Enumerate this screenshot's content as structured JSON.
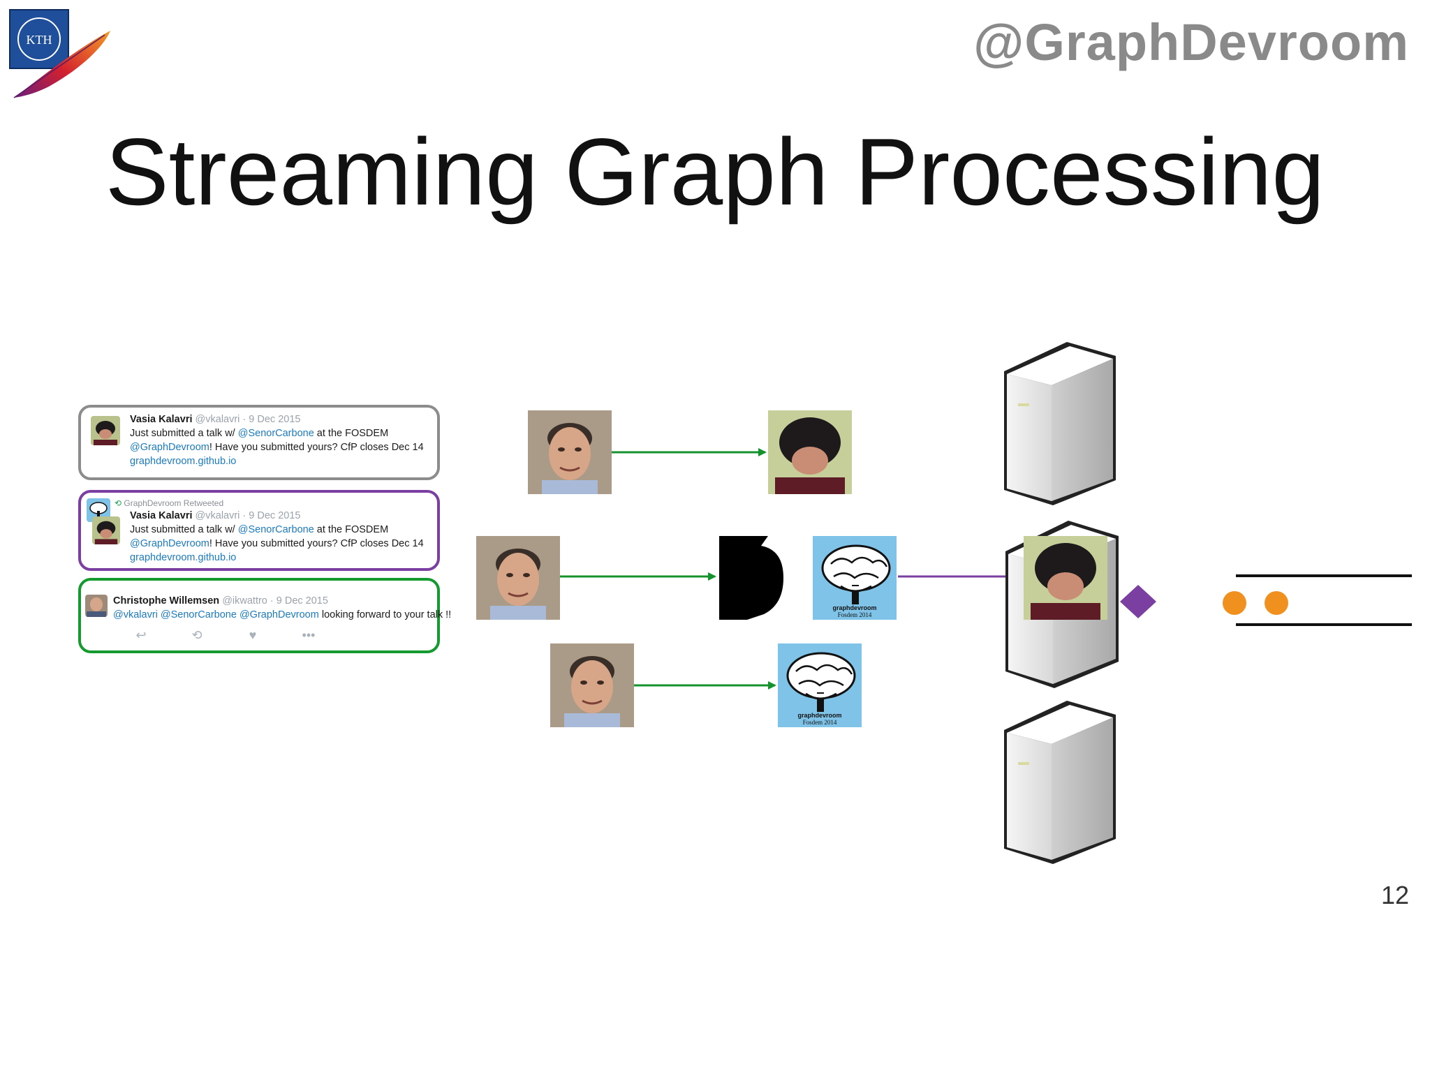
{
  "header": {
    "handle": "@GraphDevroom",
    "logo_text": "KTH"
  },
  "slide": {
    "title": "Streaming Graph Processing",
    "page_number": "12"
  },
  "tweets": [
    {
      "name": "Vasia Kalavri",
      "handle_date": "@vkalavri · 9 Dec 2015",
      "line1_pre": "Just submitted a talk w/ ",
      "line1_mention": "@SenorCarbone",
      "line1_post": " at the FOSDEM",
      "line2_mention": "@GraphDevroom",
      "line2_post": "! Have you submitted yours? CfP closes Dec 14",
      "line3_link": "graphdevroom.github.io"
    },
    {
      "retweet_label": "GraphDevroom Retweeted",
      "name": "Vasia Kalavri",
      "handle_date": "@vkalavri · 9 Dec 2015",
      "line1_pre": "Just submitted a talk w/ ",
      "line1_mention": "@SenorCarbone",
      "line1_post": " at the FOSDEM",
      "line2_mention": "@GraphDevroom",
      "line2_post": "! Have you submitted yours? CfP closes Dec 14",
      "line3_link": "graphdevroom.github.io"
    },
    {
      "name": "Christophe Willemsen",
      "handle_date": "@ikwattro · 9 Dec 2015",
      "line1_mentions": "@vkalavri @SenorCarbone @GraphDevroom",
      "line1_post": " looking forward to your talk !!",
      "actions": [
        "reply-icon",
        "retweet-icon",
        "like-icon",
        "more-icon"
      ]
    }
  ],
  "diagram": {
    "brain_caption_1": "graphdevroom",
    "brain_caption_2": "Fosdem 2014",
    "colors": {
      "green_edge": "#14922e",
      "purple_edge": "#7a3fa0",
      "orange_dot": "#f0901e",
      "tweet_grey": "#8c8c8c",
      "tweet_purple": "#7a3fa0",
      "tweet_green": "#149a2e",
      "brain_bg": "#7fc4e8"
    }
  }
}
